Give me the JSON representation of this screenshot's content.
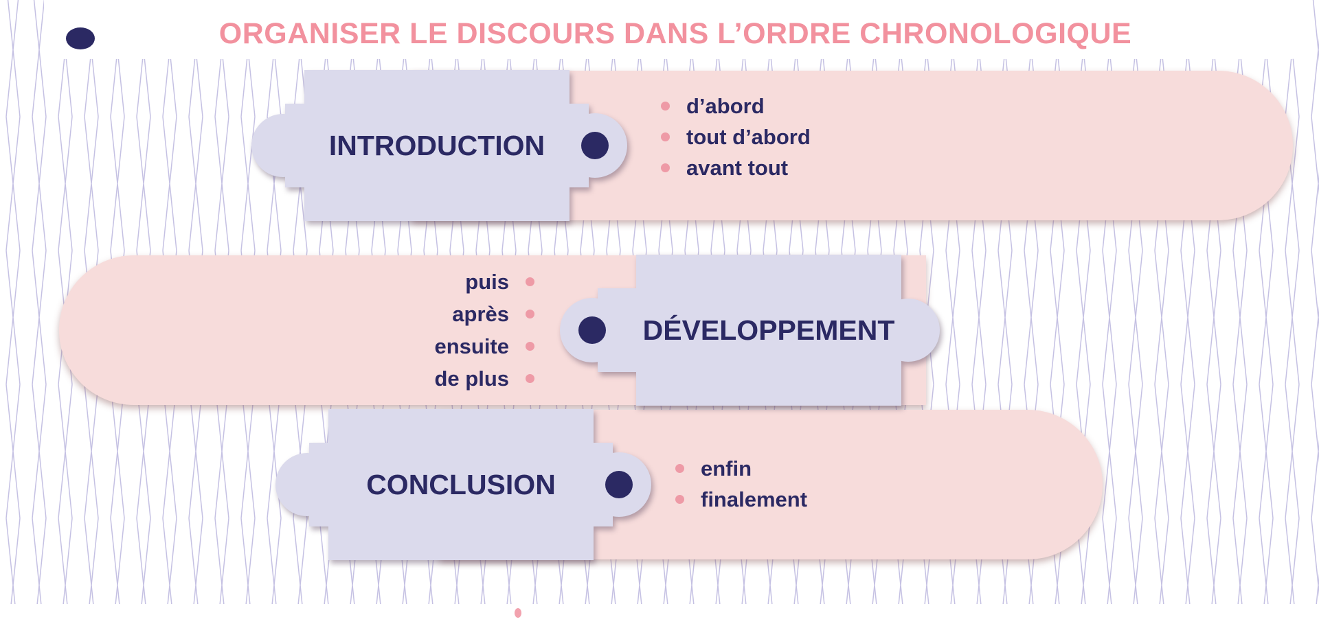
{
  "slide": {
    "title": "ORGANISER LE DISCOURS DANS L’ORDRE CHRONOLOGIQUE",
    "sections": [
      {
        "label": "INTRODUCTION",
        "connectors": [
          "d’abord",
          "tout d’abord",
          "avant tout"
        ]
      },
      {
        "label": "DÉVELOPPEMENT",
        "connectors": [
          "puis",
          "après",
          "ensuite",
          "de plus"
        ]
      },
      {
        "label": "CONCLUSION",
        "connectors": [
          "enfin",
          "finalement"
        ]
      }
    ],
    "colors": {
      "title_pink": "#f2919e",
      "capsule_pink": "#f7dcdb",
      "puzzle_lavender": "#dbdaec",
      "navy": "#2b2963",
      "bullet_pink": "#ee9aa6",
      "pattern_line": "#b6b1dc",
      "bottom_dot_pink": "#f2a2ae"
    },
    "icons": {
      "corner_dot": "navy-circle",
      "puzzle_connector_dots": "navy-circle",
      "bottom_dot": "pink-ellipse"
    }
  }
}
